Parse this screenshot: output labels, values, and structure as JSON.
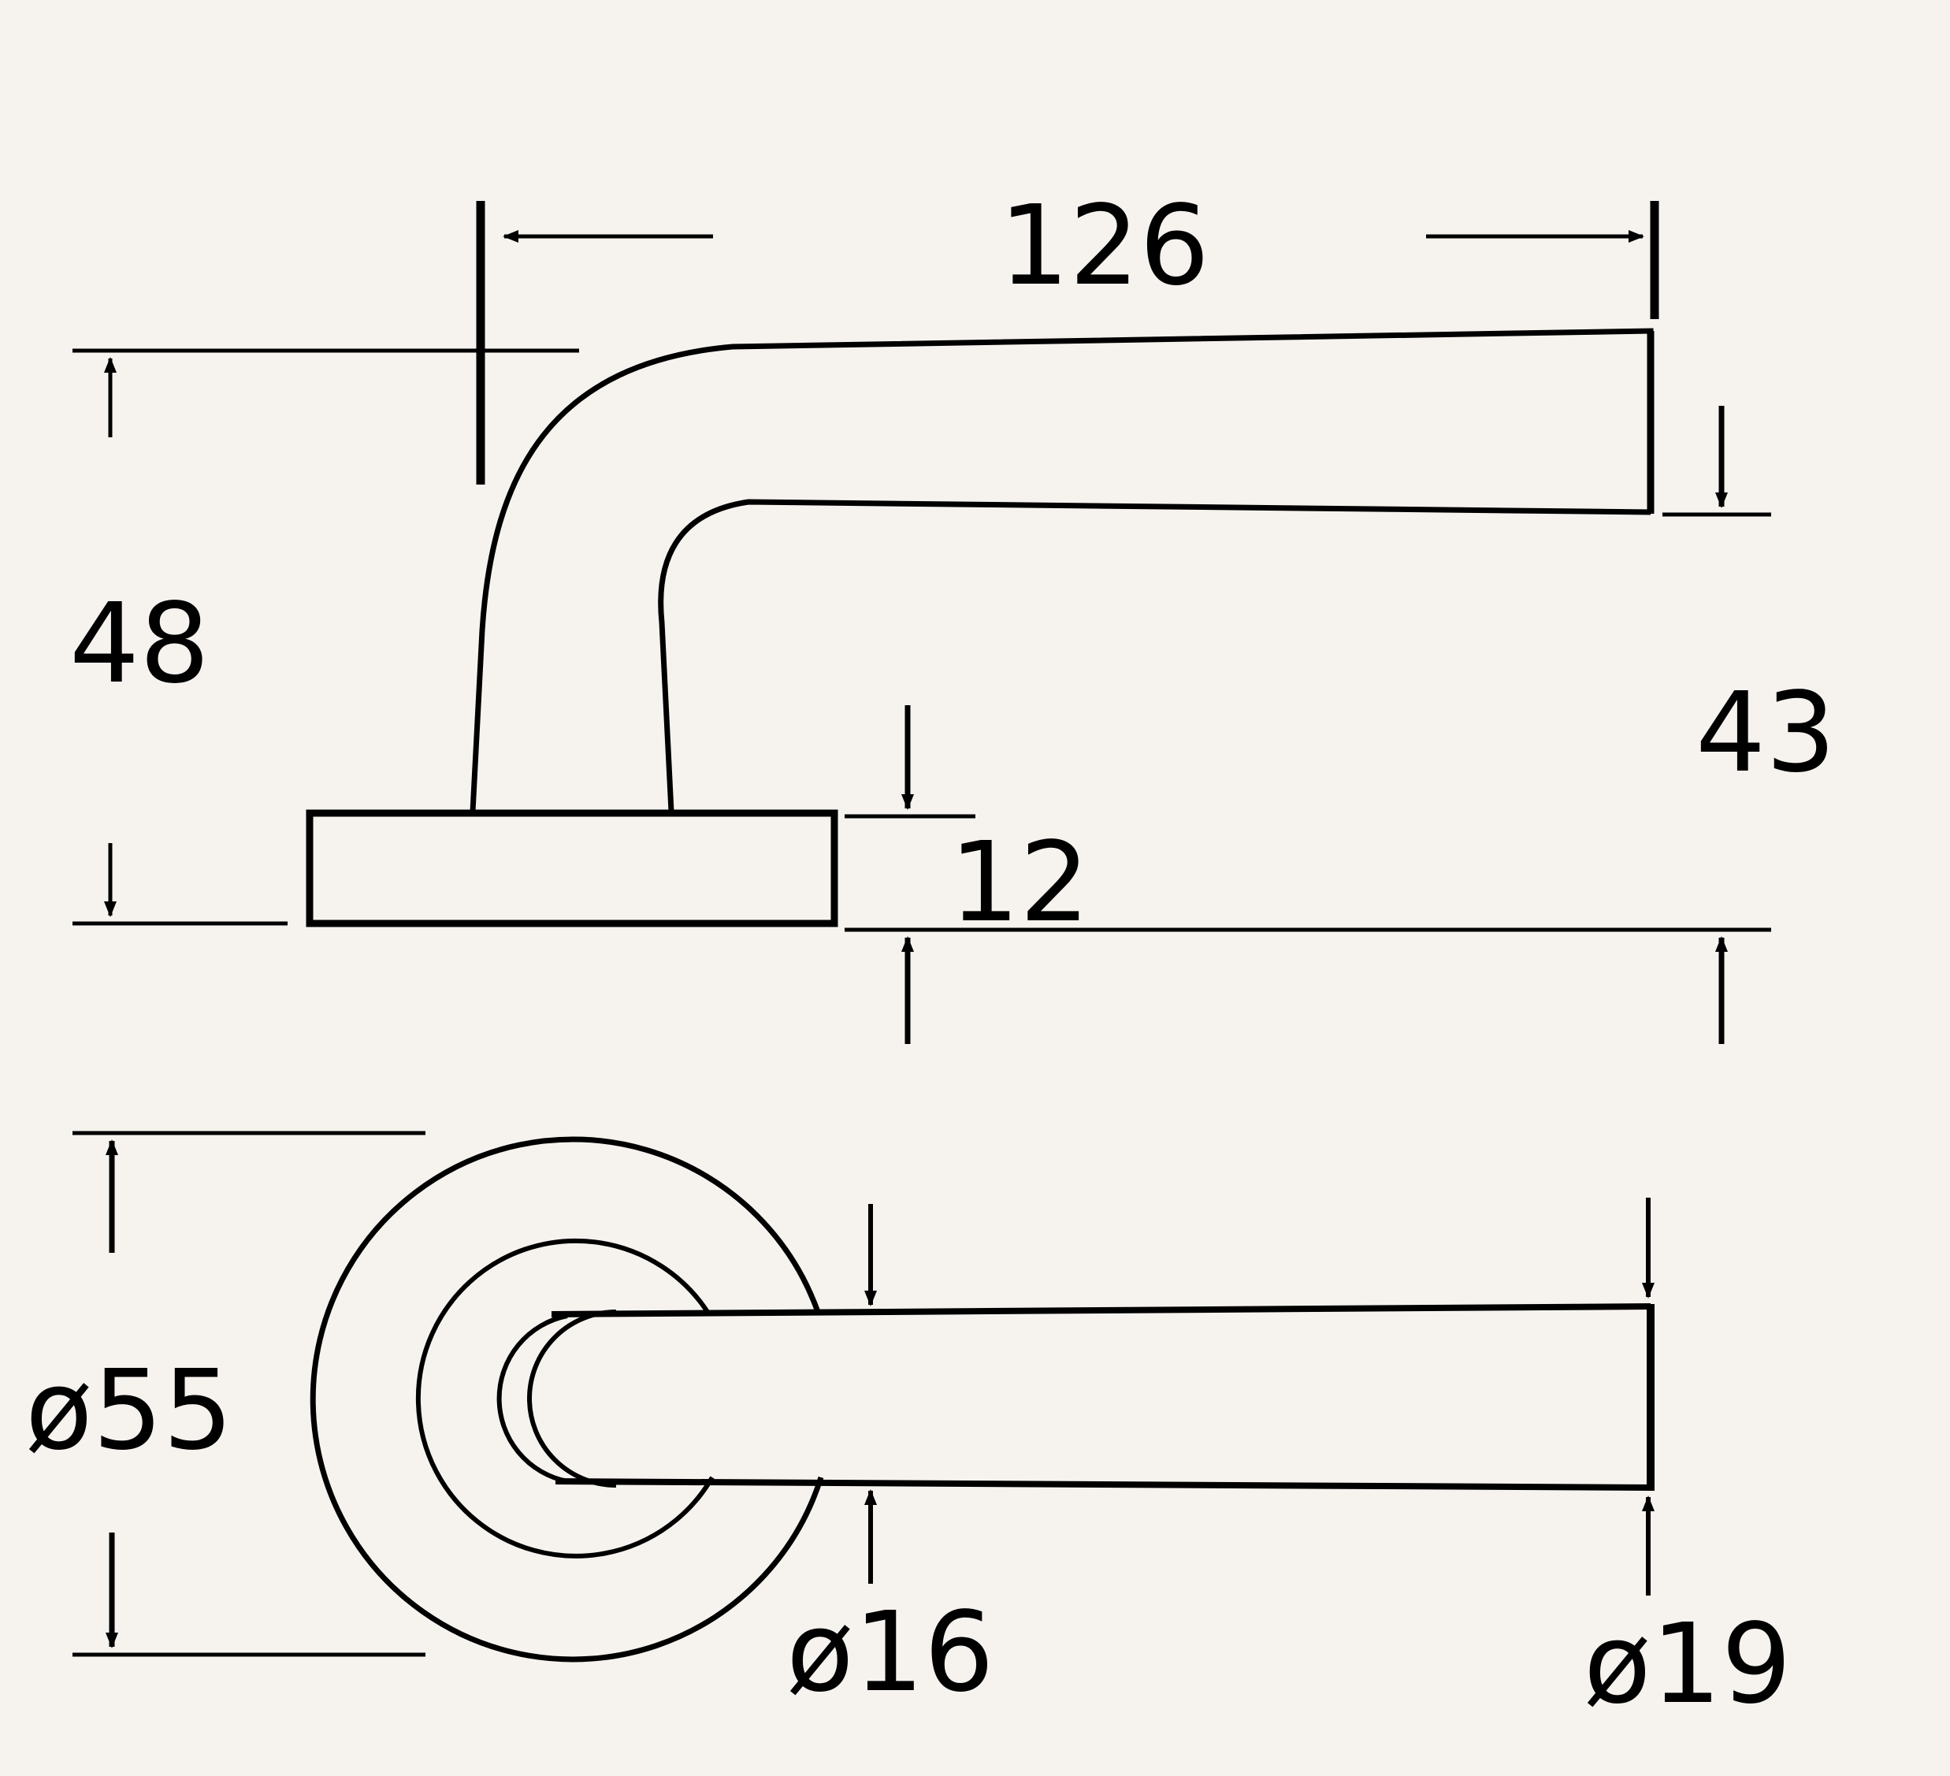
{
  "background_color": "#f6f3ef",
  "line_color": "#000000",
  "side_view": {
    "dim_length": "126",
    "dim_total_height": "48",
    "dim_lever_height": "43",
    "dim_rose_thickness": "12"
  },
  "top_view": {
    "dim_rose_diameter": "ø55",
    "dim_neck_diameter": "ø16",
    "dim_lever_diameter": "ø19"
  }
}
